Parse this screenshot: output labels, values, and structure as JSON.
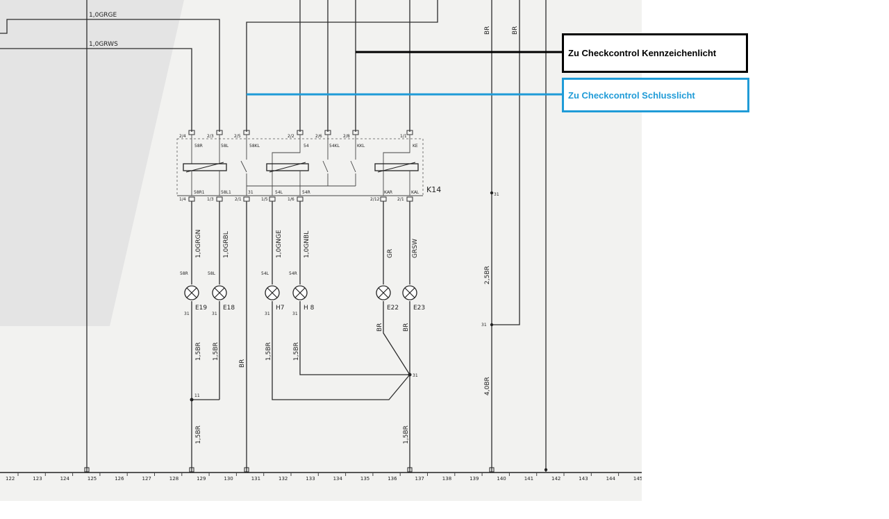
{
  "callouts": {
    "black": "Zu Checkcontrol Kennzeichenlicht",
    "blue": "Zu Checkcontrol Schlusslicht"
  },
  "colors": {
    "black_callout": "#000000",
    "blue_callout": "#1f9bd7",
    "paper": "#f2f2f0"
  },
  "top_wires": [
    "1,0GRGE",
    "1,0GRWS"
  ],
  "relay": {
    "name": "K14",
    "top_pins": [
      "2/4",
      "2/3",
      "2/5",
      "2/2",
      "2/6",
      "2/8",
      "1/1"
    ],
    "top_signals": [
      "58R",
      "58L",
      "58KL",
      "54",
      "54KL",
      "KKL",
      "KE"
    ],
    "bottom_pins": [
      "1/4",
      "1/3",
      "2/1",
      "1/5",
      "1/6",
      "2/12",
      "2/1"
    ],
    "bottom_signals": [
      "58R1",
      "58L1",
      "31",
      "54L",
      "54R",
      "KAR",
      "KAL"
    ]
  },
  "wires": {
    "w129": "1,0GRGN",
    "w130": "1,0GRBL",
    "w132": "1,0GNGE",
    "w133": "1,0GNBL",
    "w136": "GR",
    "w137": "GRSW",
    "w140_top": "BR",
    "w142_top": "BR",
    "w140_mid": "2,5BR",
    "w140_low": "4,0BR",
    "w129_mid": "1,5BR",
    "w130_mid": "1,5BR",
    "w131": "BR",
    "w132_mid": "1,5BR",
    "w133_mid": "1,5BR",
    "w136_mid": "BR",
    "w137_mid": "BR",
    "w129_low": "1,5BR",
    "w137_low": "1,5BR"
  },
  "lamps": {
    "e19": {
      "id": "E19",
      "sig": "58R"
    },
    "e18": {
      "id": "E18",
      "sig": "58L"
    },
    "h7": {
      "id": "H7",
      "sig": "54L"
    },
    "h8": {
      "id": "H 8",
      "sig": "54R"
    },
    "e22": {
      "id": "E22",
      "sig": ""
    },
    "e23": {
      "id": "E23",
      "sig": ""
    }
  },
  "ground_label": "31",
  "nodes": {
    "n140": "31",
    "n140b": "31",
    "n137": "31",
    "n129": "11"
  },
  "axis": [
    "122",
    "123",
    "124",
    "125",
    "126",
    "127",
    "128",
    "129",
    "130",
    "131",
    "132",
    "133",
    "134",
    "135",
    "136",
    "137",
    "138",
    "139",
    "140",
    "141",
    "142",
    "143",
    "144",
    "145"
  ]
}
